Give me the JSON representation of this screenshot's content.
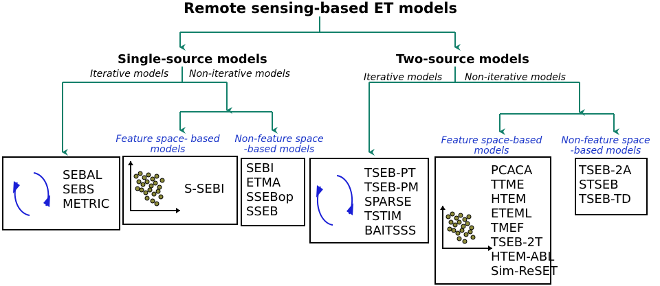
{
  "title": "Remote sensing-based ET models",
  "single": {
    "heading": "Single-source models",
    "iterative_label": "Iterative models",
    "noniterative_label": "Non-iterative models",
    "feature_label_1": "Feature space- based",
    "feature_label_2": "models",
    "nonfeature_label_1": "Non-feature space",
    "nonfeature_label_2": "-based models",
    "iterative_models": [
      "SEBAL",
      "SEBS",
      "METRIC"
    ],
    "feature_models": [
      "S-SEBI"
    ],
    "nonfeature_models": [
      "SEBI",
      "ETMA",
      "SSEBop",
      "SSEB"
    ]
  },
  "two": {
    "heading": "Two-source models",
    "iterative_label": "Iterative models",
    "noniterative_label": "Non-iterative models",
    "feature_label_1": "Feature space-based",
    "feature_label_2": "models",
    "nonfeature_label_1": "Non-feature space",
    "nonfeature_label_2": "-based models",
    "iterative_models": [
      "TSEB-PT",
      "TSEB-PM",
      "SPARSE",
      "TSTIM",
      "BAITSSS"
    ],
    "feature_models": [
      "PCACA",
      "TTME",
      "HTEM",
      "ETEML",
      "TMEF",
      "TSEB-2T",
      "HTEM-ABL",
      "Sim-ReSET"
    ],
    "nonfeature_models": [
      "TSEB-2A",
      "STSEB",
      "TSEB-TD"
    ]
  },
  "colors": {
    "connector": "#12806a",
    "cycle": "#1a1fd6",
    "scatter_fill": "#8c8a3a",
    "label_blue": "#1a35c9"
  },
  "icons": [
    "cycle-arrows-icon",
    "scatter-plot-icon"
  ]
}
